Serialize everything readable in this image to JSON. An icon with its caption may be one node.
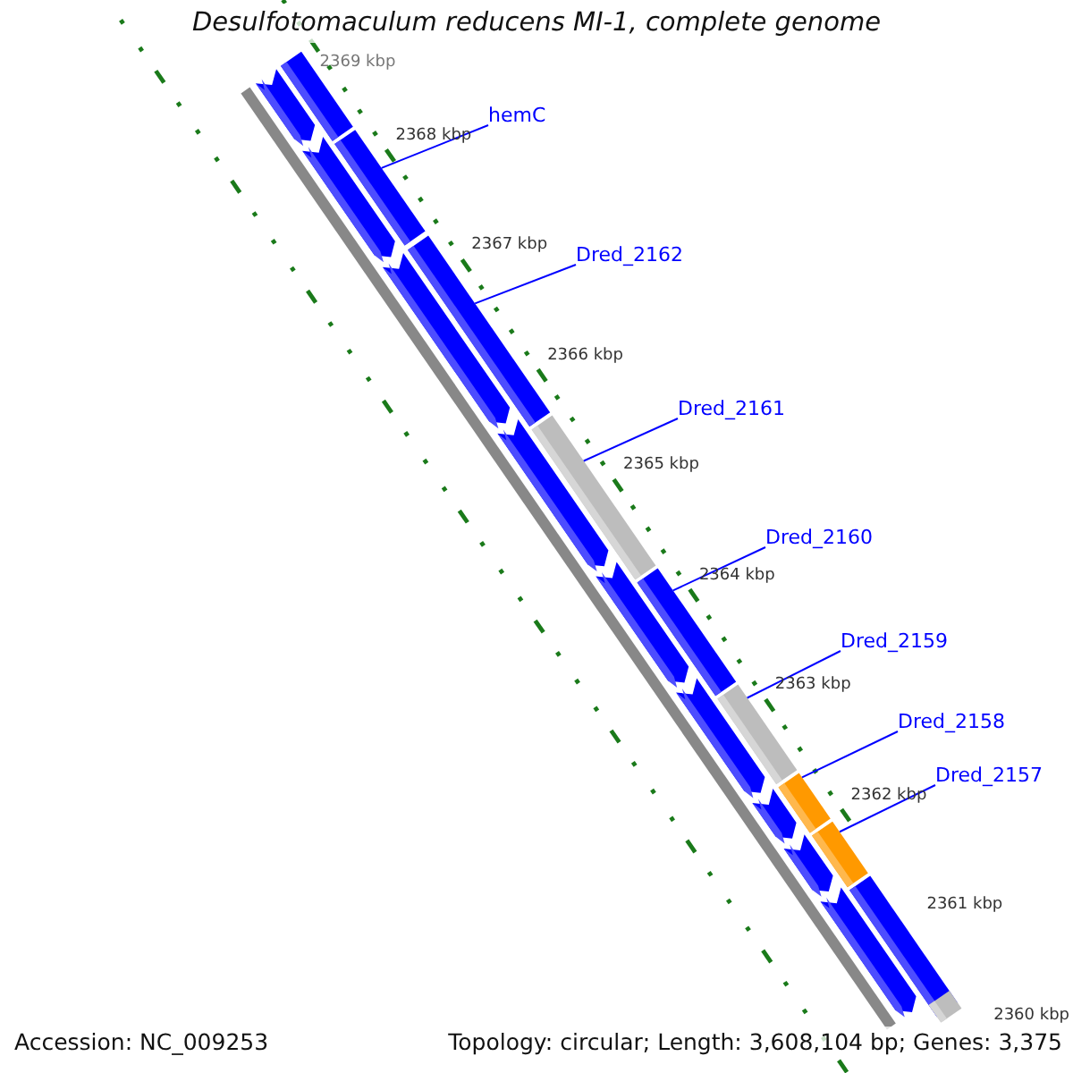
{
  "diagram": {
    "title": "Desulfotomaculum reducens MI-1, complete genome",
    "nodes": [
      {
        "text": [
          "hemC"
        ]
      },
      {
        "text": [
          "Dred_2162"
        ]
      },
      {
        "text": [
          "Dred_2161"
        ]
      },
      {
        "text": [
          "Dred_2160"
        ]
      },
      {
        "text": [
          "Dred_2159"
        ]
      },
      {
        "text": [
          "Dred_2158"
        ]
      },
      {
        "text": [
          "Dred_2157"
        ]
      },
      {
        "text": [],
        "shape": "bar"
      },
      {
        "text": [],
        "shape": "box"
      },
      {
        "text": [],
        "shape": "box"
      },
      {
        "text": [],
        "shape": "bar"
      },
      {
        "text": [],
        "shape": "box"
      },
      {
        "text": [],
        "shape": "bar"
      },
      {
        "text": [],
        "shape": "box"
      },
      {
        "text": [],
        "shape": "bar"
      },
      {
        "text": [],
        "shape": "box"
      },
      {
        "text": [],
        "shape": "bar"
      },
      {
        "text": [],
        "shape": "box"
      },
      {
        "text": [],
        "shape": "bar"
      },
      {
        "text": [],
        "shape": "box"
      },
      {
        "text": [],
        "shape": "bar"
      },
      {
        "text": [],
        "shape": "box"
      },
      {
        "text": [],
        "shape": "bar"
      },
      {
        "text": [],
        "shape": "box"
      },
      {
        "text": [],
        "shape": "bar"
      },
      {
        "text": [],
        "shape": "bar"
      }
    ],
    "edges": [
      {
        "from": 0,
        "to": 10,
        "arrow": "none"
      },
      {
        "from": 1,
        "to": 12,
        "arrow": "none"
      },
      {
        "from": 2,
        "to": 14,
        "arrow": "none"
      },
      {
        "from": 3,
        "to": 16,
        "arrow": "none"
      },
      {
        "from": 4,
        "to": 18,
        "arrow": "none"
      },
      {
        "from": 5,
        "to": 20,
        "arrow": "none"
      },
      {
        "from": 6,
        "to": 22,
        "arrow": "none"
      }
    ],
    "labels": [
      "2369 kbp",
      "2368 kbp",
      "2367 kbp",
      "2366 kbp",
      "2365 kbp",
      "2364 kbp",
      "2363 kbp",
      "2362 kbp",
      "2361 kbp",
      "2360 kbp",
      "Accession: NC_009253",
      "Topology: circular; Length: 3,608,104 bp; Genes: 3,375"
    ]
  }
}
